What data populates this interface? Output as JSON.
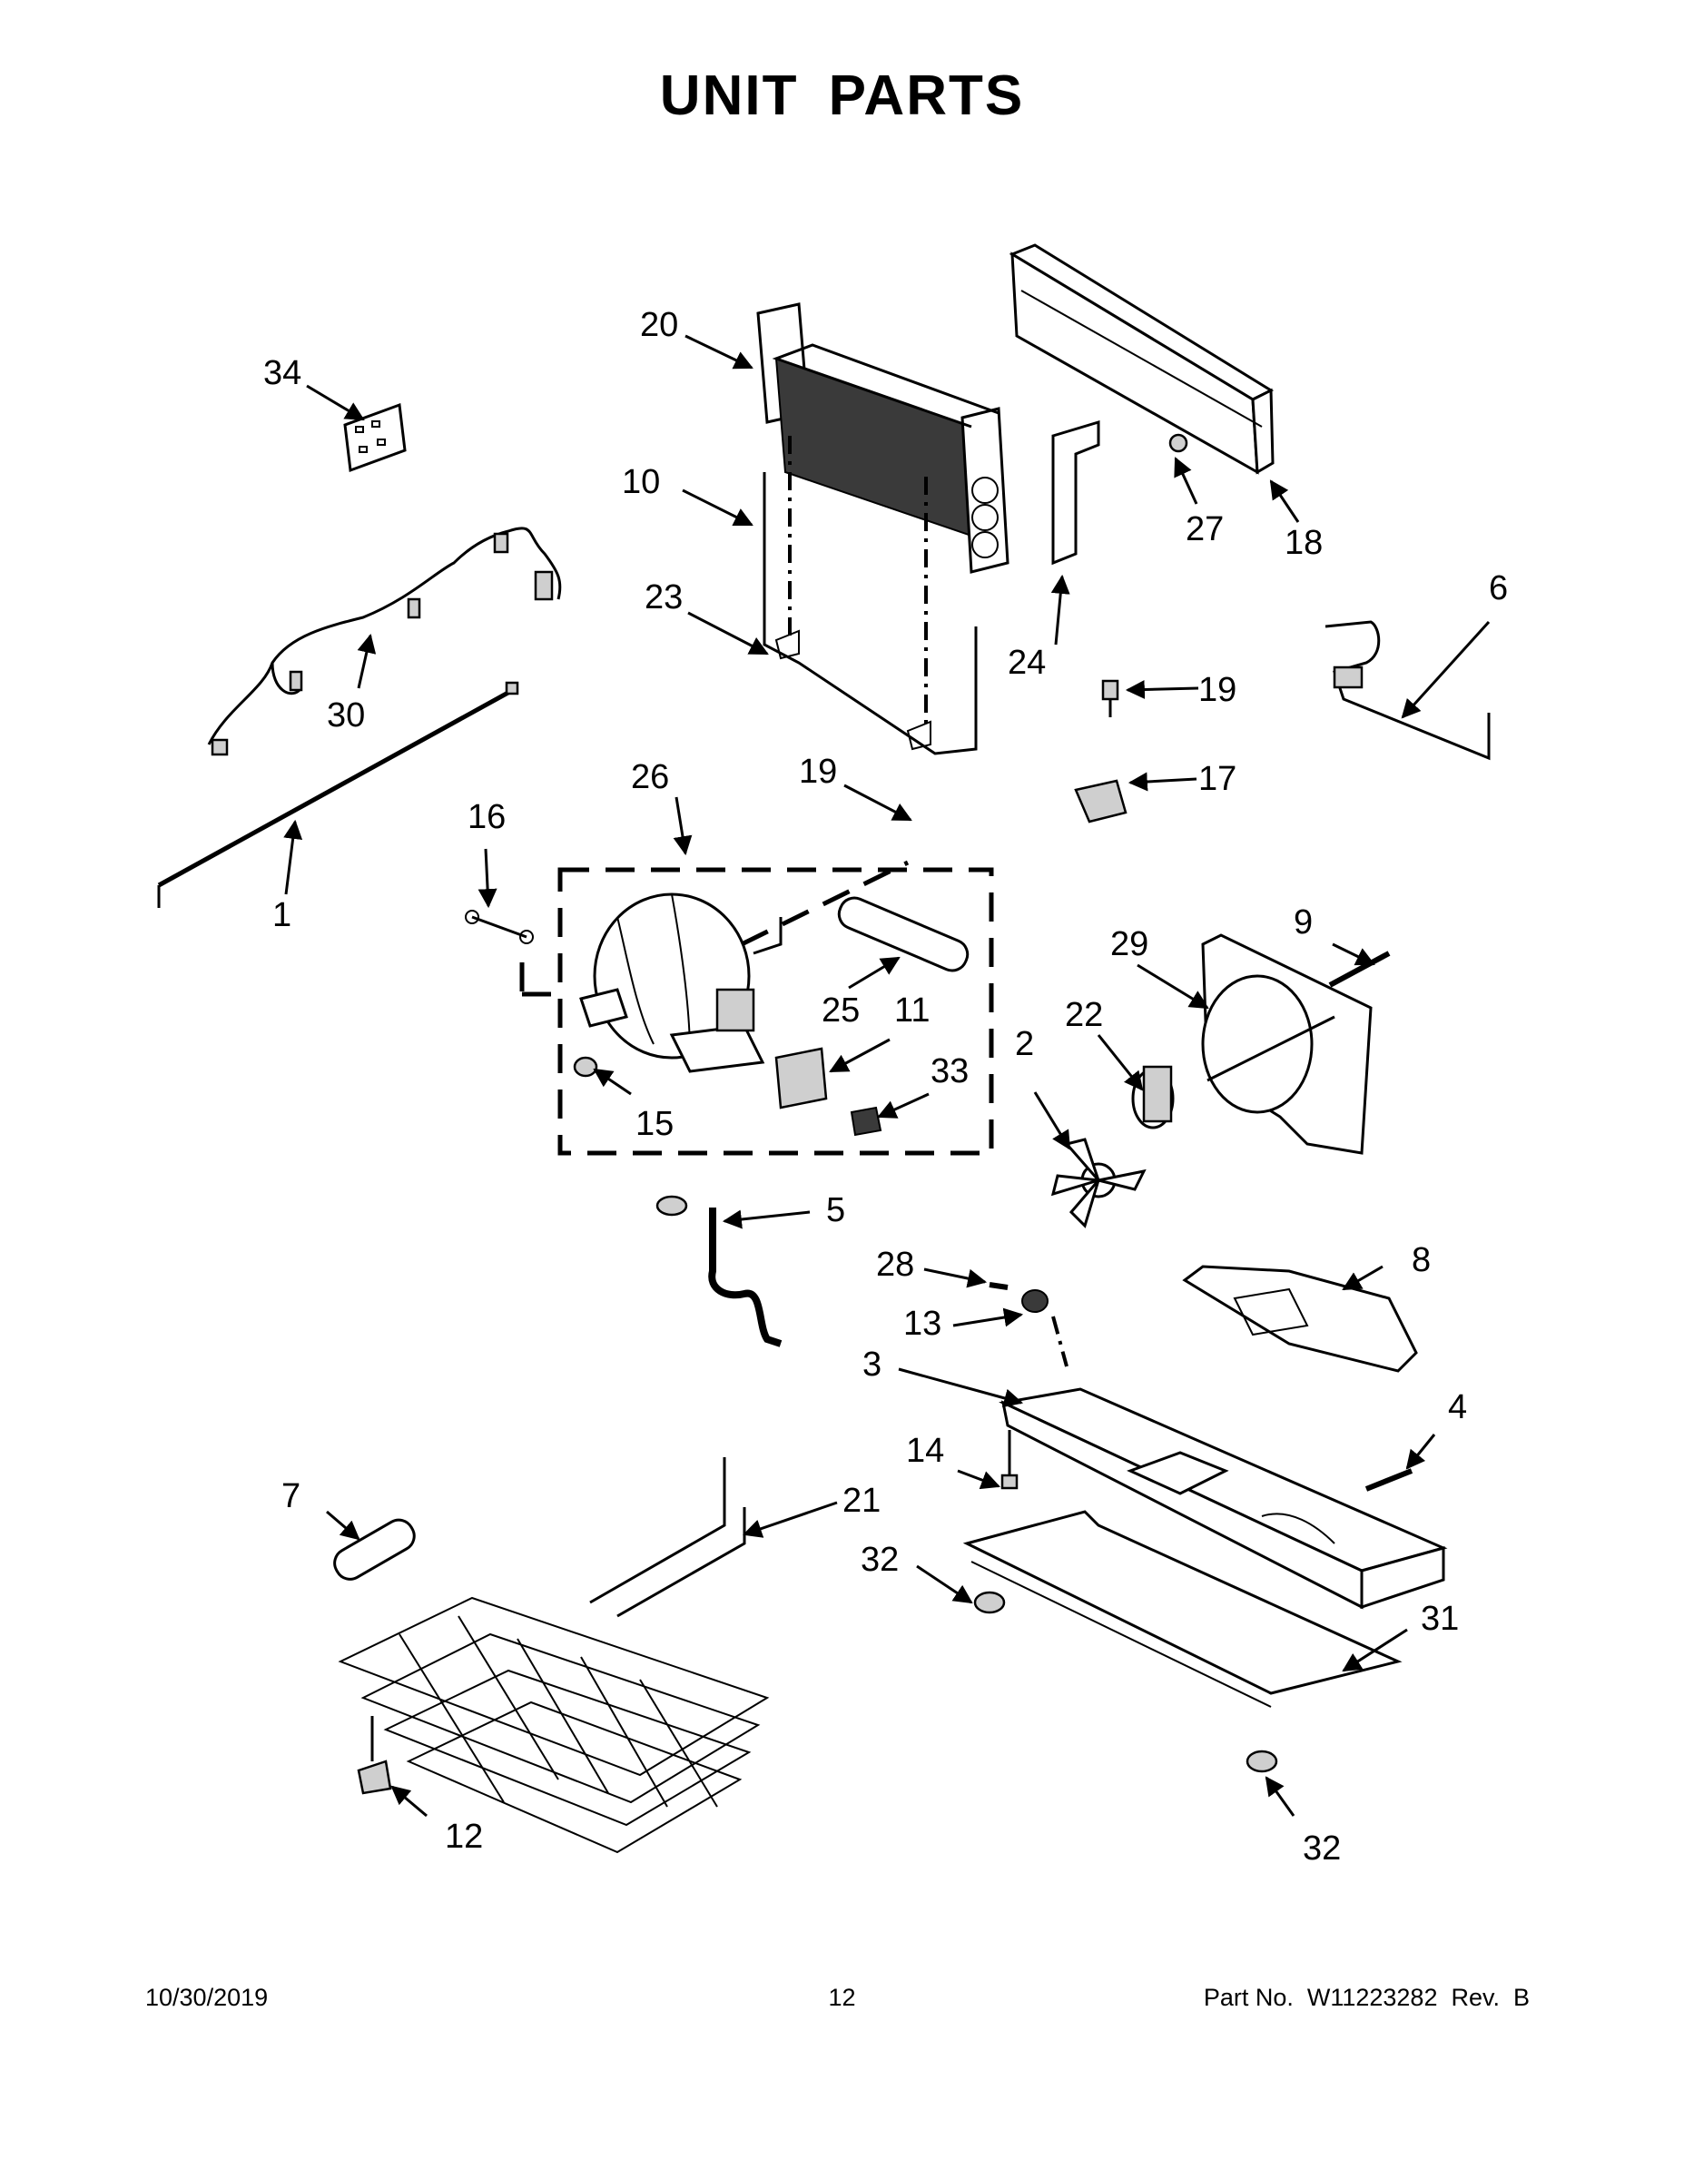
{
  "title": "UNIT PARTS",
  "footer": {
    "date": "10/30/2019",
    "page": "12",
    "part_no": "Part No.  W11223282  Rev.  B"
  },
  "callouts": {
    "c1": "1",
    "c2": "2",
    "c3": "3",
    "c4": "4",
    "c5": "5",
    "c6": "6",
    "c7": "7",
    "c8": "8",
    "c9": "9",
    "c10": "10",
    "c11": "11",
    "c12": "12",
    "c13": "13",
    "c14": "14",
    "c15": "15",
    "c16": "16",
    "c17": "17",
    "c18": "18",
    "c19a": "19",
    "c19b": "19",
    "c20": "20",
    "c21": "21",
    "c22": "22",
    "c23": "23",
    "c24": "24",
    "c25": "25",
    "c26": "26",
    "c27": "27",
    "c28": "28",
    "c29": "29",
    "c30": "30",
    "c31": "31",
    "c32a": "32",
    "c32b": "32",
    "c33": "33",
    "c34": "34"
  }
}
